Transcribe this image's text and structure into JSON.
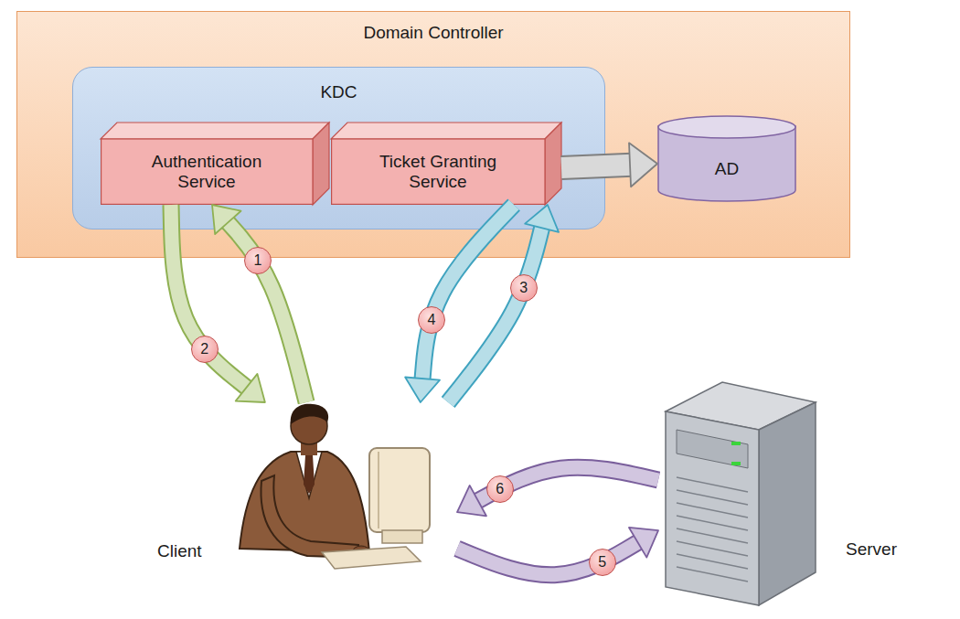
{
  "diagram": {
    "nodes": [
      {
        "text": [
          "Domain Controller"
        ]
      },
      {
        "text": [
          "KDC"
        ],
        "in": 0
      },
      {
        "text": [
          "Authentication Service"
        ],
        "in": 1
      },
      {
        "text": [
          "Ticket Granting Service"
        ],
        "in": 1
      },
      {
        "text": [
          "AD"
        ],
        "in": 0
      },
      {
        "text": [
          "Client"
        ]
      },
      {
        "text": [
          "Server"
        ]
      }
    ],
    "edges": [
      {
        "from": 3,
        "to": 4,
        "arrow": "to"
      },
      {
        "from": 5,
        "to": 2,
        "arrow": "to",
        "label": "1"
      },
      {
        "from": 2,
        "to": 5,
        "arrow": "to",
        "label": "2"
      },
      {
        "from": 5,
        "to": 3,
        "arrow": "to",
        "label": "3"
      },
      {
        "from": 3,
        "to": 5,
        "arrow": "to",
        "label": "4"
      },
      {
        "from": 5,
        "to": 6,
        "arrow": "to",
        "label": "5"
      },
      {
        "from": 6,
        "to": 5,
        "arrow": "to",
        "label": "6"
      }
    ]
  }
}
